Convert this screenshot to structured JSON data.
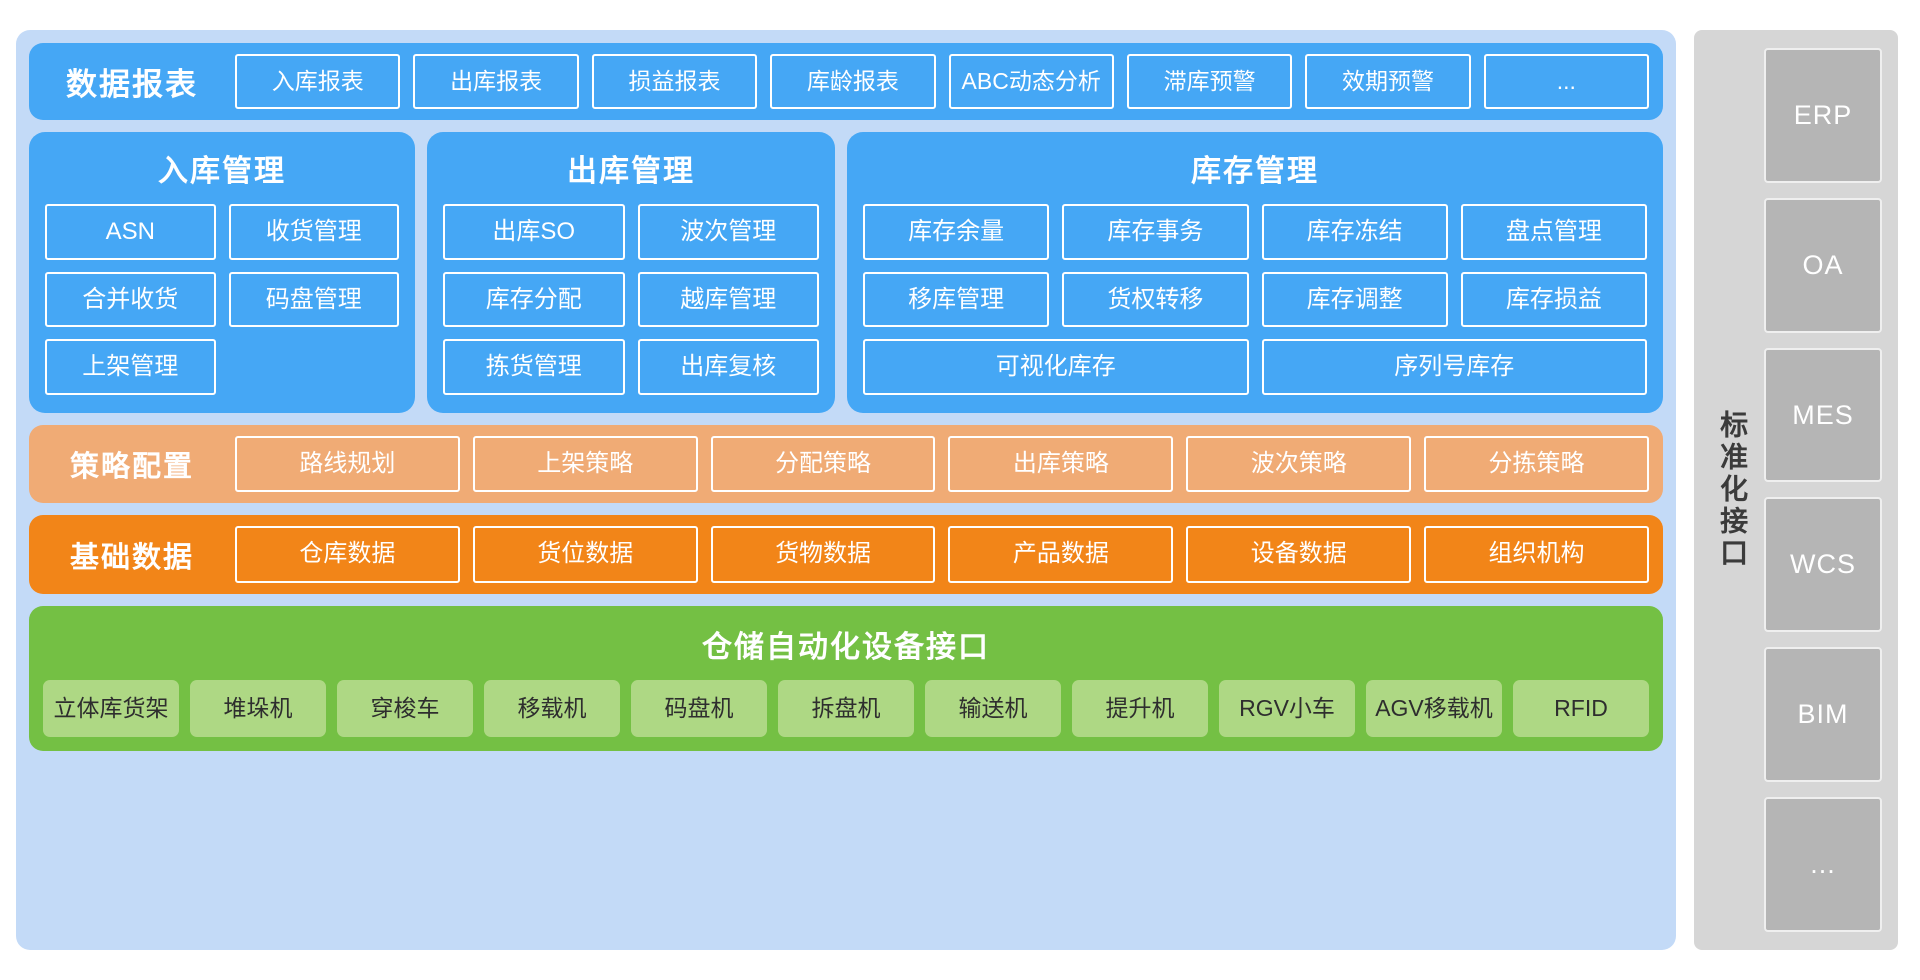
{
  "theme": {
    "panel_bg": "#c3daf7",
    "blue": "#45a7f5",
    "salmon": "#f0ab75",
    "orange": "#f28518",
    "green": "#74c044",
    "light_green": "#aed884",
    "gray": "#d6d6d6",
    "gray_box": "#b5b5b5"
  },
  "report_band": {
    "title": "数据报表",
    "items": [
      "入库报表",
      "出库报表",
      "损益报表",
      "库龄报表",
      "ABC动态分析",
      "滞库预警",
      "效期预警",
      "..."
    ]
  },
  "modules": [
    {
      "title": "入库管理",
      "rows": [
        [
          "ASN",
          "收货管理"
        ],
        [
          "合并收货",
          "码盘管理"
        ],
        [
          "上架管理",
          ""
        ]
      ]
    },
    {
      "title": "出库管理",
      "rows": [
        [
          "出库SO",
          "波次管理"
        ],
        [
          "库存分配",
          "越库管理"
        ],
        [
          "拣货管理",
          "出库复核"
        ]
      ]
    },
    {
      "title": "库存管理",
      "rows": [
        [
          "库存余量",
          "库存事务",
          "库存冻结",
          "盘点管理"
        ],
        [
          "移库管理",
          "货权转移",
          "库存调整",
          "库存损益"
        ]
      ],
      "wide_row": [
        "可视化库存",
        "序列号库存"
      ]
    }
  ],
  "strategy_band": {
    "title": "策略配置",
    "items": [
      "路线规划",
      "上架策略",
      "分配策略",
      "出库策略",
      "波次策略",
      "分拣策略"
    ]
  },
  "basedata_band": {
    "title": "基础数据",
    "items": [
      "仓库数据",
      "货位数据",
      "货物数据",
      "产品数据",
      "设备数据",
      "组织机构"
    ]
  },
  "automation": {
    "title": "仓储自动化设备接口",
    "devices": [
      "立体库货架",
      "堆垛机",
      "穿梭车",
      "移载机",
      "码盘机",
      "拆盘机",
      "输送机",
      "提升机",
      "RGV小车",
      "AGV移载机",
      "RFID"
    ]
  },
  "interface_panel": {
    "label": "标准化接口",
    "systems": [
      "ERP",
      "OA",
      "MES",
      "WCS",
      "BIM",
      "..."
    ]
  }
}
